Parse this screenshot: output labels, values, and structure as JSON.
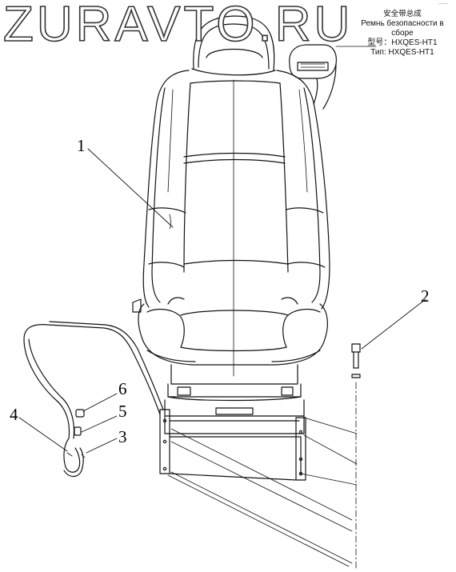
{
  "watermark": "ZURAVTO.RU",
  "title_block": {
    "name_zh": "安全带总成",
    "name_ru": "Ремнь безопасности в сборе",
    "model_zh": "型号：HXQES-HT1",
    "model_ru": "Тип: HXQES-HT1"
  },
  "callouts": [
    "1",
    "2",
    "3",
    "4",
    "5",
    "6"
  ],
  "corner_mark": "——"
}
